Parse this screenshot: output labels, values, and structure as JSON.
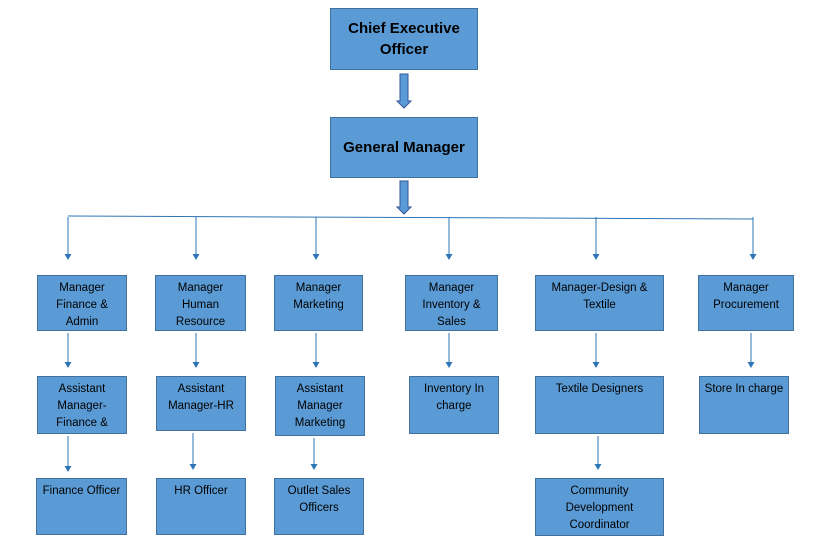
{
  "colors": {
    "box_fill": "#5b9bd5",
    "box_border": "#41719c",
    "connector": "#2e75b6"
  },
  "chief": {
    "label": "Chief Executive Officer"
  },
  "gm": {
    "label": "General Manager"
  },
  "departments": [
    {
      "id": "finance",
      "manager": "Manager Finance & Admin",
      "assistant": "Assistant Manager-Finance &",
      "officer": "Finance Officer"
    },
    {
      "id": "hr",
      "manager": "Manager Human Resource",
      "assistant": "Assistant Manager-HR",
      "officer": "HR Officer"
    },
    {
      "id": "marketing",
      "manager": "Manager Marketing",
      "assistant": "Assistant Manager Marketing",
      "officer": "Outlet Sales Officers"
    },
    {
      "id": "inventory",
      "manager": "Manager Inventory & Sales",
      "assistant": "Inventory In charge"
    },
    {
      "id": "design",
      "manager": "Manager-Design & Textile",
      "assistant": "Textile Designers",
      "officer": "Community Development Coordinator"
    },
    {
      "id": "procurement",
      "manager": "Manager Procurement",
      "assistant": "Store In charge"
    }
  ]
}
